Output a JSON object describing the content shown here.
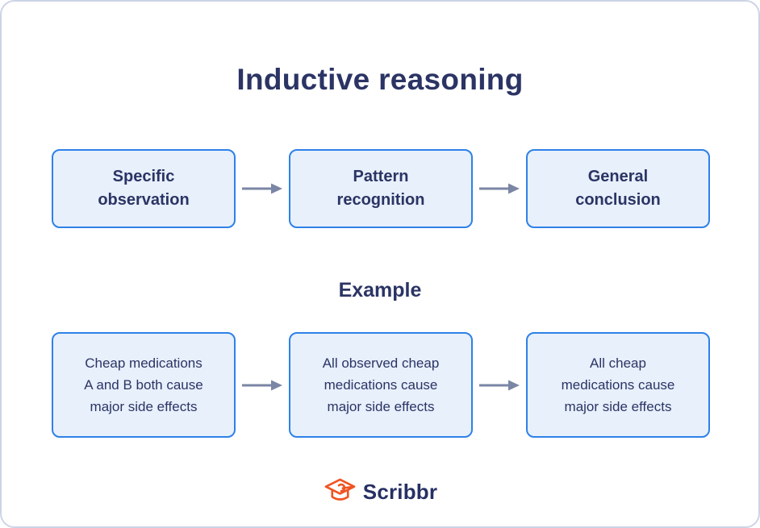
{
  "title": "Inductive reasoning",
  "example_heading": "Example",
  "concept_flow": {
    "box1": "Specific\nobservation",
    "box2": "Pattern\nrecognition",
    "box3": "General\nconclusion"
  },
  "example_flow": {
    "box1": "Cheap medications\nA and B both cause\nmajor side effects",
    "box2": "All observed cheap\nmedications cause\nmajor side effects",
    "box3": "All cheap\nmedications cause\nmajor side effects"
  },
  "logo": {
    "text": "Scribbr",
    "icon": "graduation-cap-icon"
  },
  "colors": {
    "navy_text": "#2b3464",
    "box_fill": "#e7f0fb",
    "box_border": "#2e81e8",
    "arrow": "#7b86a6",
    "card_border": "#ccd4e6",
    "logo_orange": "#f05423"
  }
}
